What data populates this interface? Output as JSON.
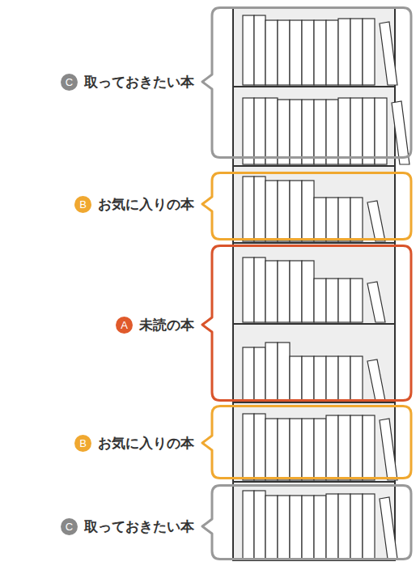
{
  "diagram": {
    "nodes": [
      {
        "text": [
          "C",
          "取っておきたい本"
        ]
      },
      {
        "text": [
          "B",
          "お気に入りの本"
        ]
      },
      {
        "text": [
          "A",
          "未読の本"
        ]
      },
      {
        "text": [
          "B",
          "お気に入りの本"
        ]
      },
      {
        "text": [
          "C",
          "取っておきたい本"
        ]
      }
    ]
  }
}
